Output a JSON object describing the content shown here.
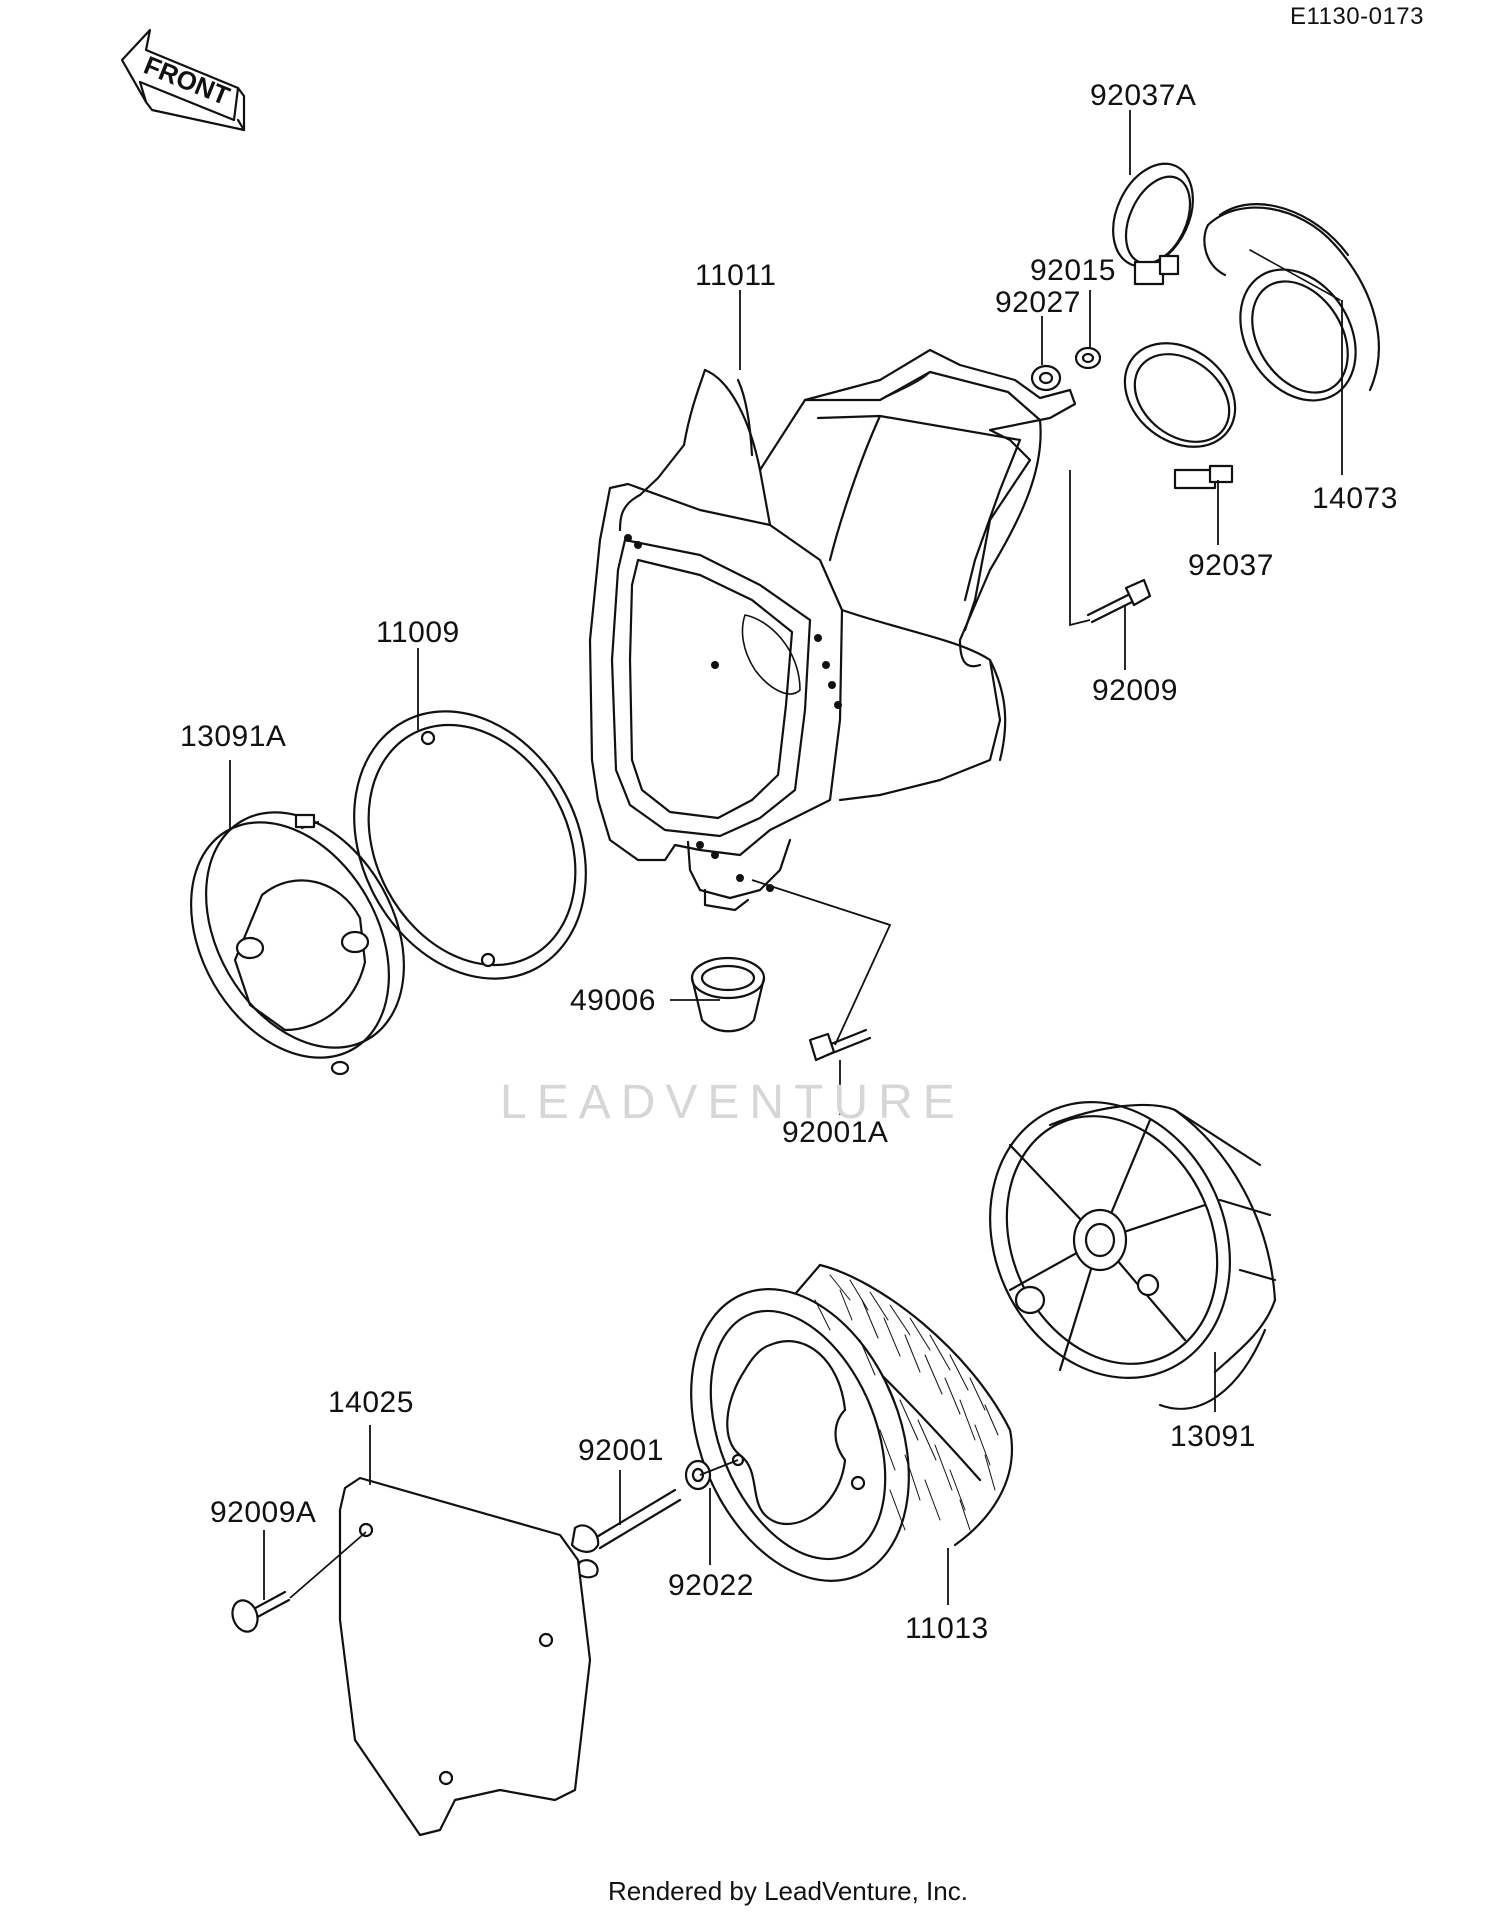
{
  "diagram_code": "E1130-0173",
  "front_label": "FRONT",
  "watermark": "LEADVENTURE",
  "credit": "Rendered by LeadVenture, Inc.",
  "parts": {
    "p92037A": "92037A",
    "p92015": "92015",
    "p92027": "92027",
    "p11011": "11011",
    "p14073": "14073",
    "p92037": "92037",
    "p92009": "92009",
    "p11009": "11009",
    "p13091A": "13091A",
    "p49006": "49006",
    "p92001A": "92001A",
    "p14025": "14025",
    "p92009A": "92009A",
    "p92001": "92001",
    "p92022": "92022",
    "p11013": "11013",
    "p13091": "13091"
  }
}
